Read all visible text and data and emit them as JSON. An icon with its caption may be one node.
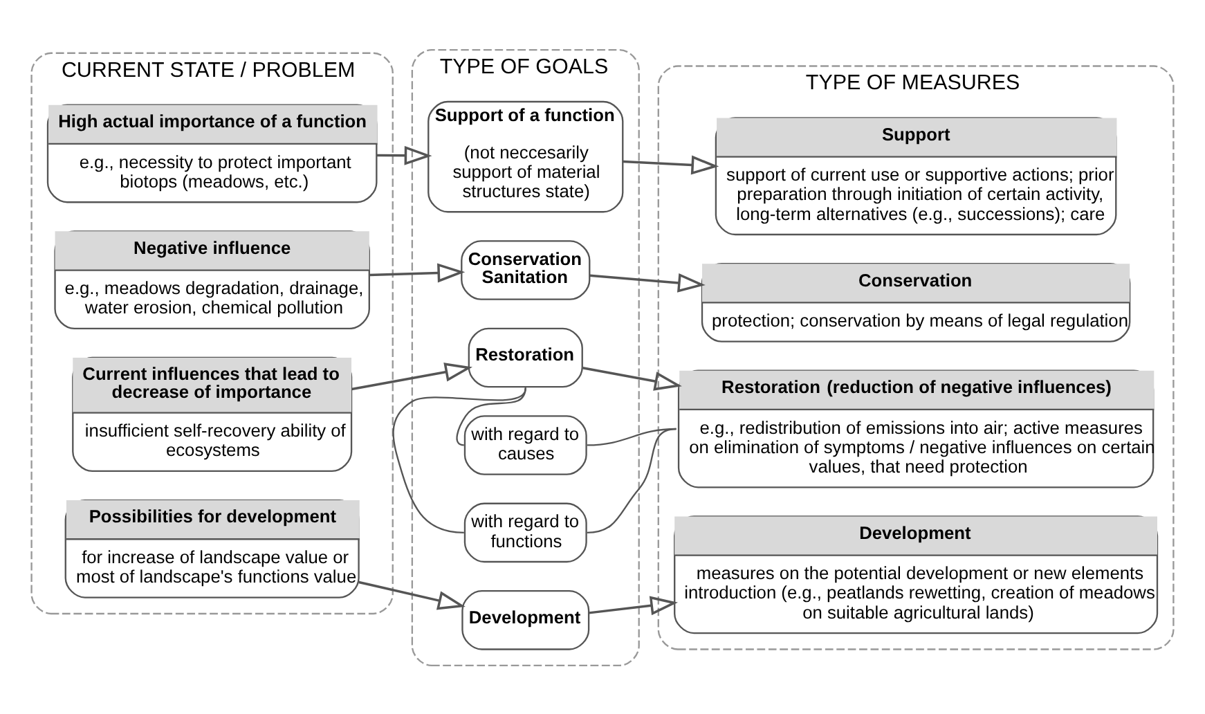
{
  "diagram": {
    "nodes": [
      {
        "text": [
          "CURRENT STATE / PROBLEM"
        ]
      },
      {
        "text": [
          "High actual importance of a function",
          "e.g., necessity to protect important biotops (meadows, etc.)"
        ],
        "in": 0
      },
      {
        "text": [
          "Negative influence",
          "e.g., meadows degradation, drainage, water erosion, chemical pollution"
        ],
        "in": 0
      },
      {
        "text": [
          "Current influences that lead to decrease of importance",
          "insufficient self-recovery ability of ecosystems"
        ],
        "in": 0
      },
      {
        "text": [
          "Possibilities for development",
          "for increase of landscape value or most of landscape's functions value"
        ],
        "in": 0
      },
      {
        "text": [
          "TYPE OF GOALS"
        ]
      },
      {
        "text": [
          "Support of a function",
          "(not neccesarily support of material structures state)"
        ],
        "in": 5
      },
      {
        "text": [
          "Conservation Sanitation"
        ],
        "in": 5
      },
      {
        "text": [
          "Restoration"
        ],
        "in": 5
      },
      {
        "text": [
          "with regard to causes"
        ],
        "in": 5
      },
      {
        "text": [
          "with regard to functions"
        ],
        "in": 5
      },
      {
        "text": [
          "Development"
        ],
        "in": 5
      },
      {
        "text": [
          "TYPE OF MEASURES"
        ]
      },
      {
        "text": [
          "Support",
          "support of current use or supportive actions; prior preparation through initiation of certain activity, long-term alternatives (e.g., successions); care"
        ],
        "in": 12
      },
      {
        "text": [
          "Conservation",
          "protection; conservation by means of legal regulation"
        ],
        "in": 12
      },
      {
        "text": [
          "**Restoration** (reduction of negative influences)",
          "e.g., redistribution of emissions into air; active measures on elimination of symptoms / negative influences on certain values, that need protection"
        ],
        "in": 12
      },
      {
        "text": [
          "Development",
          "measures on the potential development or new elements introduction (e.g., peatlands rewetting, creation of meadows on suitable agricultural lands)"
        ],
        "in": 12
      }
    ],
    "edges": [
      {
        "from": 1,
        "to": 6,
        "arrow": "to"
      },
      {
        "from": 6,
        "to": 13,
        "arrow": "to"
      },
      {
        "from": 2,
        "to": 7,
        "arrow": "to"
      },
      {
        "from": 7,
        "to": 14,
        "arrow": "to"
      },
      {
        "from": 3,
        "to": 8,
        "arrow": "to"
      },
      {
        "from": 8,
        "to": 15,
        "arrow": "to"
      },
      {
        "from": 8,
        "to": 9,
        "arrow": "none"
      },
      {
        "from": 8,
        "to": 10,
        "arrow": "none"
      },
      {
        "from": 9,
        "to": 15,
        "arrow": "none"
      },
      {
        "from": 10,
        "to": 15,
        "arrow": "none"
      },
      {
        "from": 4,
        "to": 11,
        "arrow": "to"
      },
      {
        "from": 11,
        "to": 16,
        "arrow": "to"
      }
    ]
  }
}
